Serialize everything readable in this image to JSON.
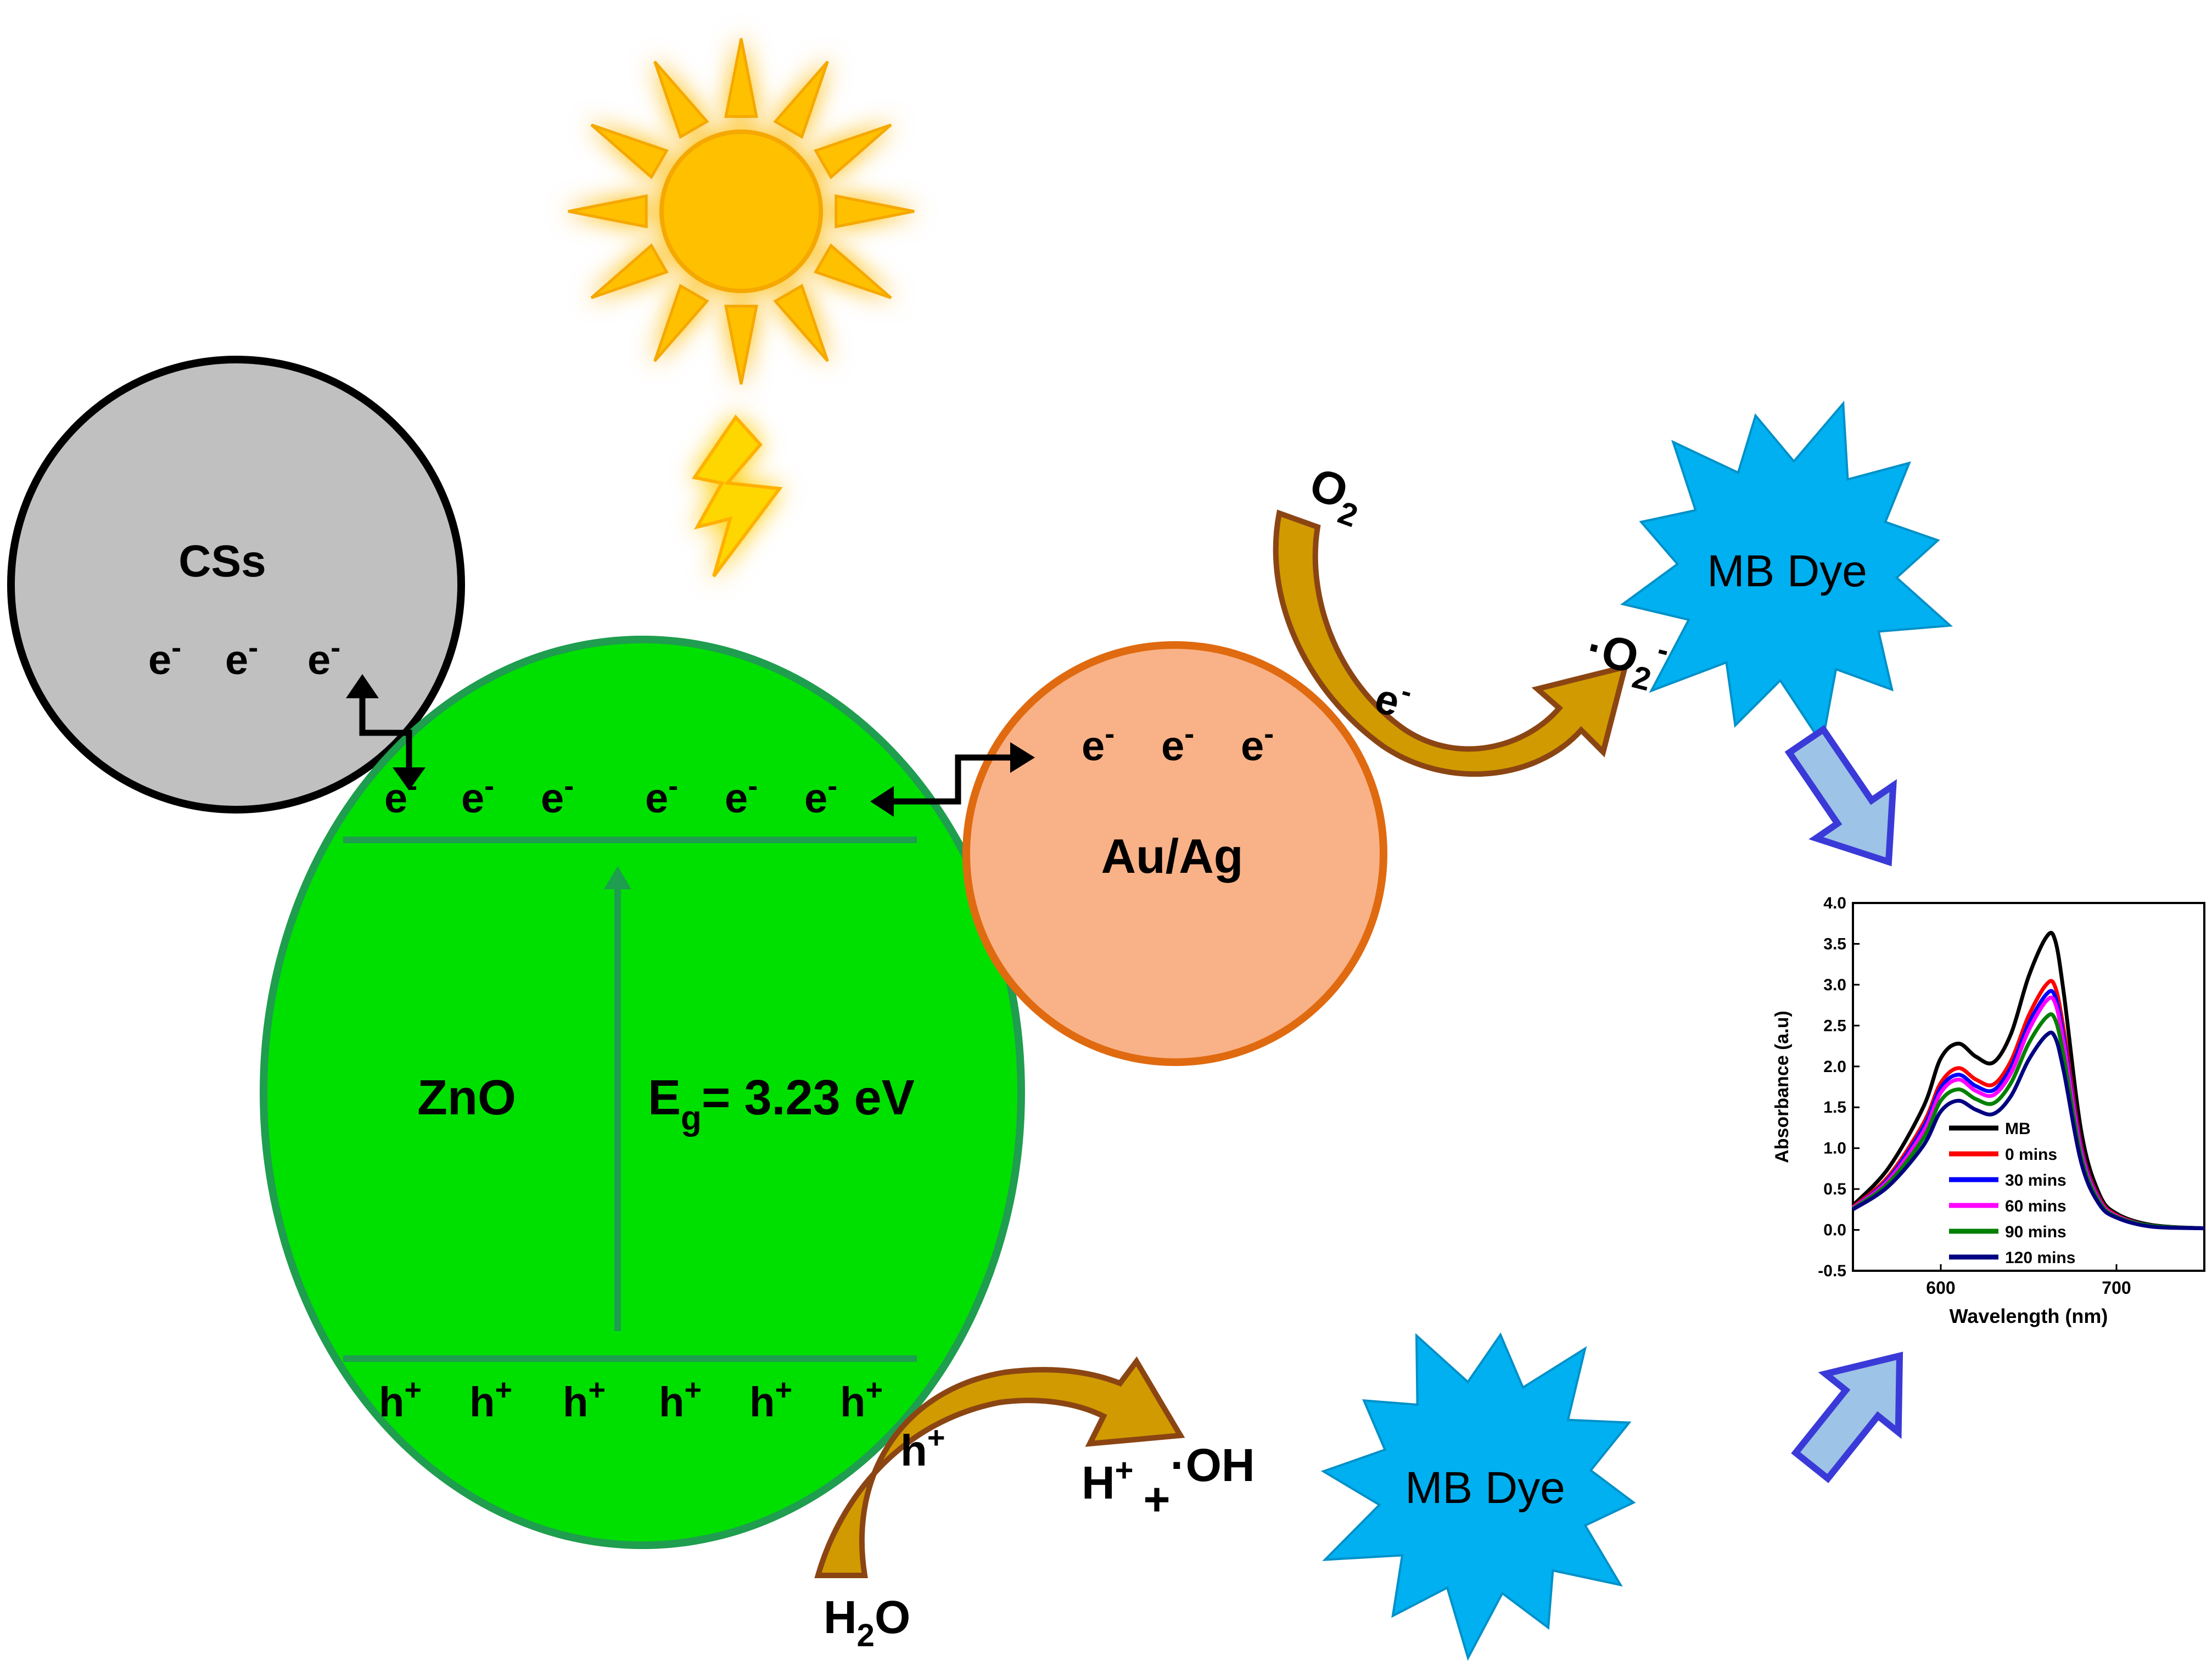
{
  "labels": {
    "css": "CSs",
    "zno": "ZnO",
    "auag": "Au/Ag",
    "eg_main": "E",
    "eg_sub": "g",
    "eg_value": "= 3.23 eV",
    "electron": "e",
    "electron_sup": "-",
    "hole": "h",
    "hole_sup": "+",
    "o2_main": "O",
    "o2_sub": "2",
    "superoxide_dot": "·",
    "superoxide_main": "O",
    "superoxide_sub": "2",
    "superoxide_charge": "-",
    "arc_electron": "e",
    "arc_electron_sup": "-",
    "arc_hole": "h",
    "arc_hole_sup": "+",
    "h2o_h": "H",
    "h2o_sub": "2",
    "h2o_o": "O",
    "proton": "H",
    "proton_sup": "+",
    "plus": "+",
    "hydroxyl_dot": "·",
    "hydroxyl": "OH",
    "mb_dye_top": "MB Dye",
    "mb_dye_bottom": "MB Dye"
  },
  "colors": {
    "css_fill": "#c0c0c0",
    "zno_fill": "#00e000",
    "zno_stroke": "#1e9e4e",
    "auag_fill": "#f9b287",
    "auag_stroke": "#e06a10",
    "sun": "#ffc000",
    "dye": "#00b0f0",
    "arc_fill": "#d19a00",
    "arc_stroke": "#8b4513",
    "arrow_fill": "#9dc3e6",
    "arrow_stroke": "#3a3ad8"
  },
  "chart_data": {
    "type": "line",
    "xlabel": "Wavelength (nm)",
    "ylabel": "Absorbance (a.u)",
    "xlim": [
      550,
      750
    ],
    "ylim": [
      -0.5,
      4.0
    ],
    "xticks": [
      600,
      700
    ],
    "yticks": [
      -0.5,
      0.0,
      0.5,
      1.0,
      1.5,
      2.0,
      2.5,
      3.0,
      3.5,
      4.0
    ],
    "legend_position": "bottom-center",
    "x": [
      550,
      570,
      590,
      600,
      610,
      620,
      630,
      640,
      650,
      660,
      665,
      670,
      680,
      690,
      700,
      720,
      750
    ],
    "series": [
      {
        "name": "MB",
        "color": "#000000",
        "values": [
          0.3,
          0.75,
          1.5,
          2.1,
          2.28,
          2.12,
          2.05,
          2.4,
          3.1,
          3.58,
          3.55,
          2.9,
          1.2,
          0.45,
          0.2,
          0.06,
          0.02
        ]
      },
      {
        "name": "0 mins",
        "color": "#ff0000",
        "values": [
          0.28,
          0.65,
          1.3,
          1.8,
          1.98,
          1.84,
          1.78,
          2.07,
          2.62,
          3.0,
          2.98,
          2.45,
          1.02,
          0.4,
          0.18,
          0.05,
          0.02
        ]
      },
      {
        "name": "30 mins",
        "color": "#0000ff",
        "values": [
          0.27,
          0.62,
          1.25,
          1.74,
          1.9,
          1.76,
          1.71,
          1.99,
          2.52,
          2.88,
          2.86,
          2.35,
          0.98,
          0.38,
          0.17,
          0.05,
          0.02
        ]
      },
      {
        "name": "60 mins",
        "color": "#ff00ff",
        "values": [
          0.27,
          0.6,
          1.2,
          1.68,
          1.84,
          1.7,
          1.65,
          1.92,
          2.44,
          2.8,
          2.78,
          2.28,
          0.95,
          0.37,
          0.17,
          0.05,
          0.02
        ]
      },
      {
        "name": "90 mins",
        "color": "#008000",
        "values": [
          0.26,
          0.57,
          1.12,
          1.58,
          1.72,
          1.6,
          1.55,
          1.8,
          2.28,
          2.6,
          2.58,
          2.12,
          0.89,
          0.35,
          0.16,
          0.05,
          0.02
        ]
      },
      {
        "name": "120 mins",
        "color": "#000080",
        "values": [
          0.25,
          0.53,
          1.03,
          1.45,
          1.58,
          1.47,
          1.42,
          1.64,
          2.08,
          2.38,
          2.36,
          1.94,
          0.82,
          0.32,
          0.15,
          0.04,
          0.02
        ]
      }
    ]
  }
}
